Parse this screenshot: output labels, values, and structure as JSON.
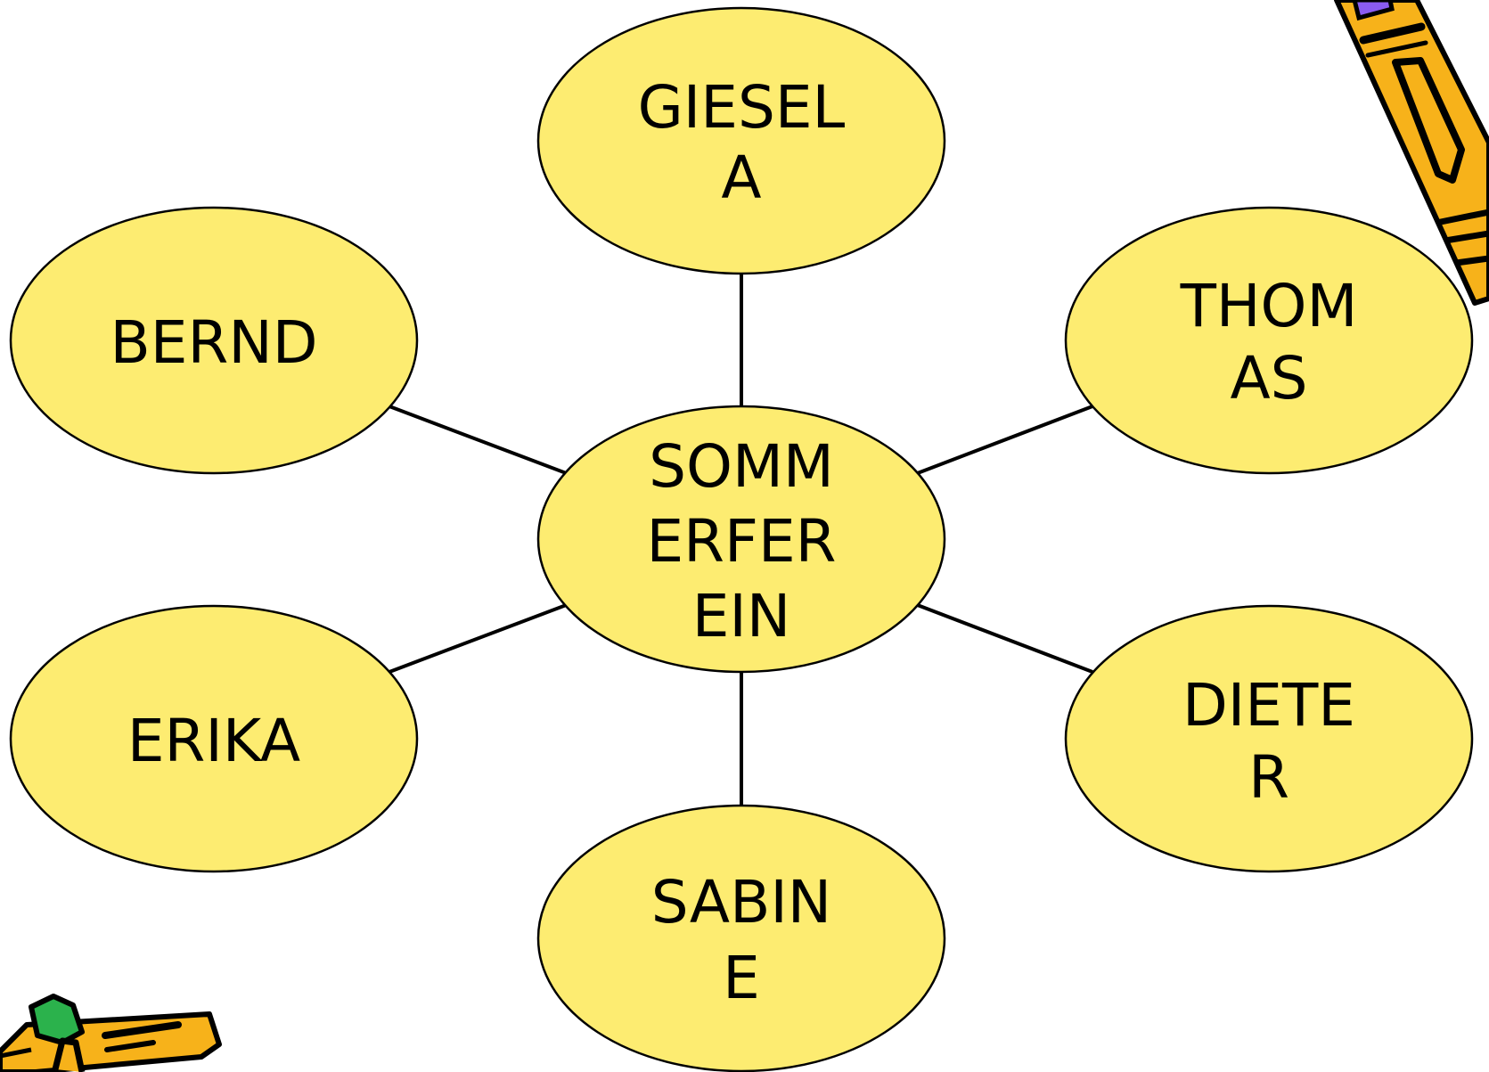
{
  "diagram": {
    "center": {
      "lines": [
        "SOMM",
        "ERFER",
        "EIN"
      ]
    },
    "satellites": [
      {
        "id": "giesela",
        "lines": [
          "GIESEL",
          "A"
        ]
      },
      {
        "id": "bernd",
        "lines": [
          "BERND"
        ]
      },
      {
        "id": "thomas",
        "lines": [
          "THOM",
          "AS"
        ]
      },
      {
        "id": "erika",
        "lines": [
          "ERIKA"
        ]
      },
      {
        "id": "dieter",
        "lines": [
          "DIETE",
          "R"
        ]
      },
      {
        "id": "sabine",
        "lines": [
          "SABIN",
          "E"
        ]
      }
    ]
  },
  "colors": {
    "node_fill": "#fdec71",
    "node_stroke": "#000000",
    "connector": "#000000",
    "pencil_body": "#f7b21a",
    "pencil_eraser_right": "#8a5cf0",
    "pencil_eraser_left": "#2bb24c"
  },
  "decorations": {
    "top_right": "pencil-clipart",
    "bottom_left": "pencil-clipart"
  }
}
